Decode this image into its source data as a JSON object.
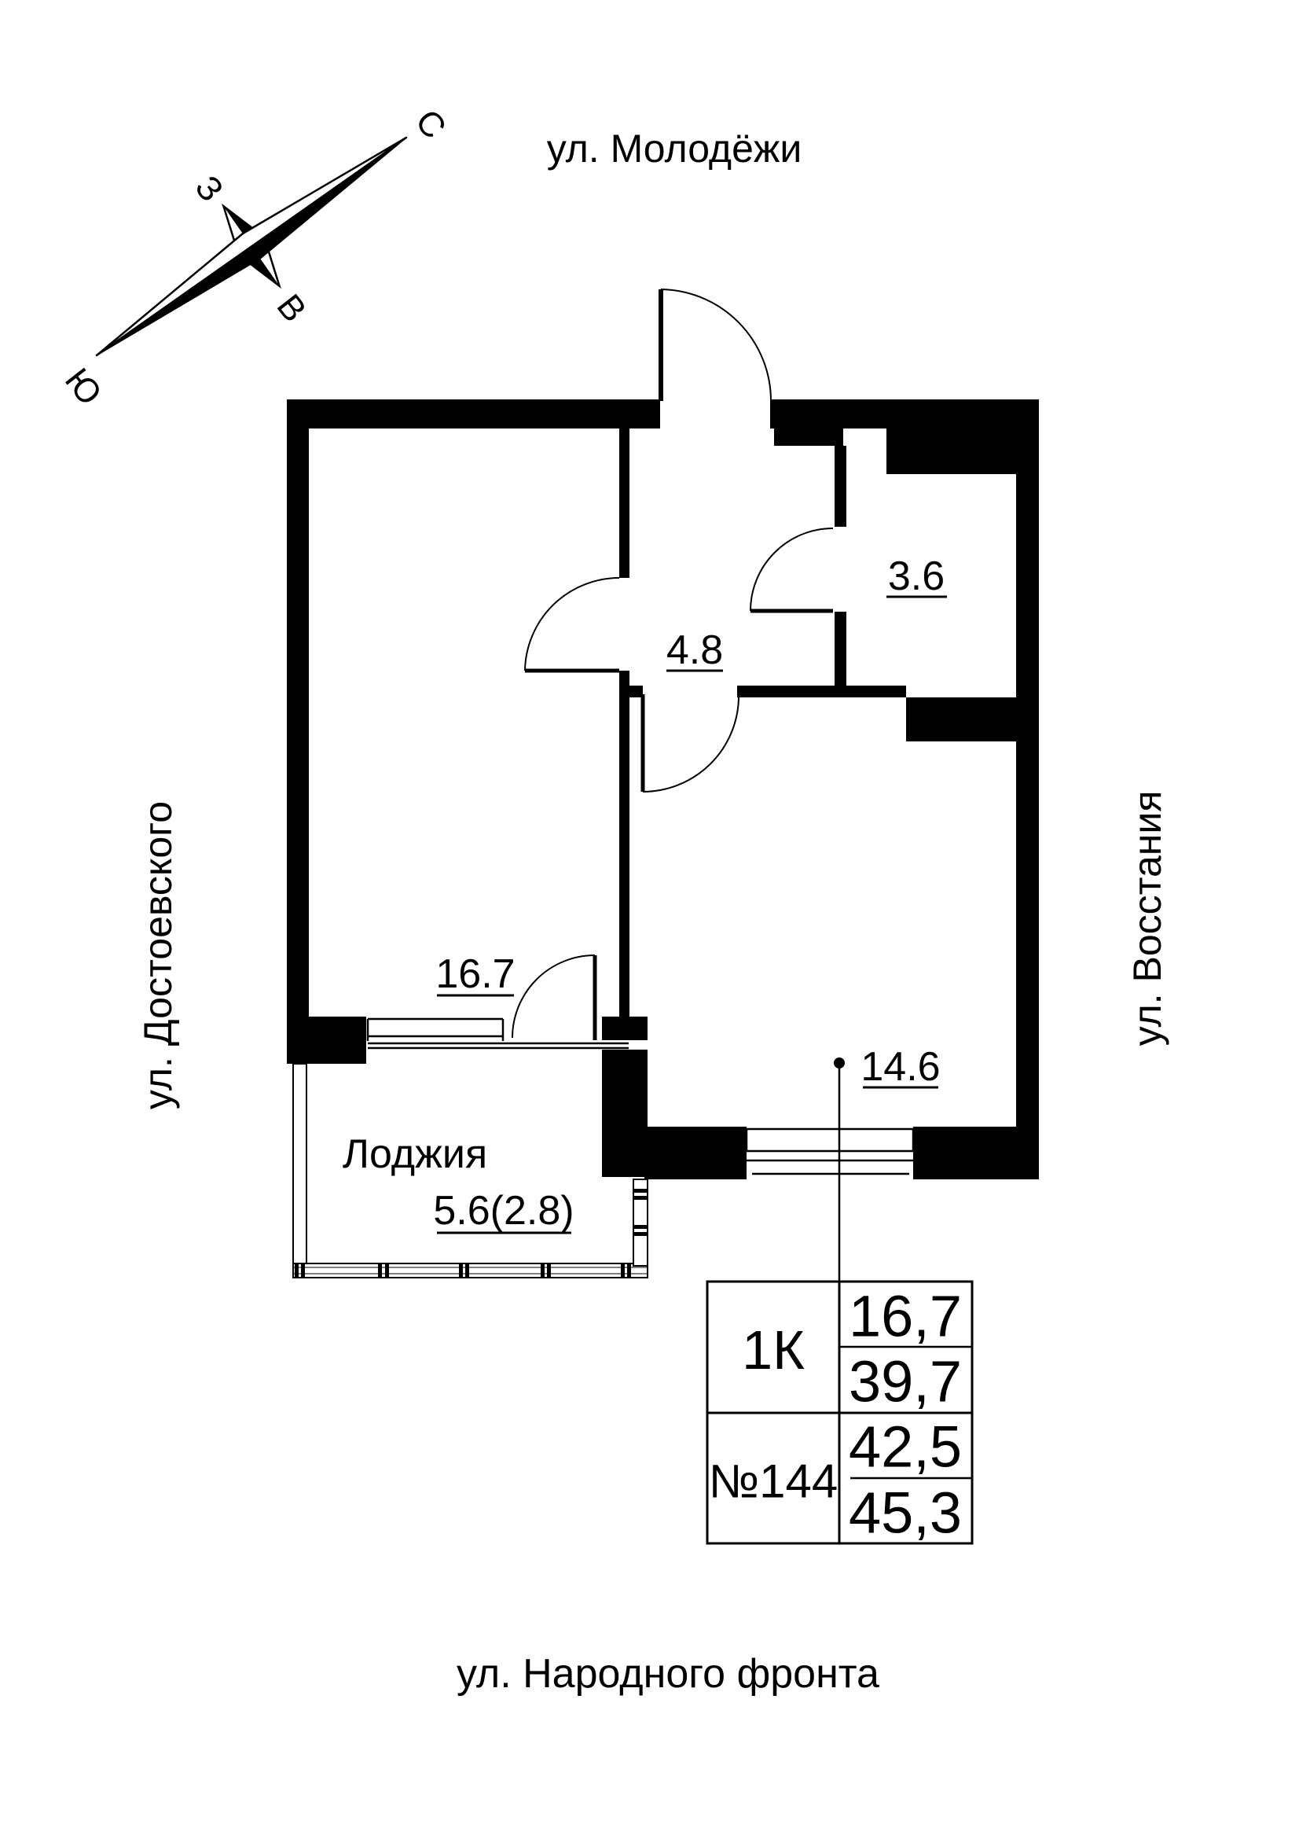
{
  "compass": {
    "north": "С",
    "west": "З",
    "east": "В",
    "south": "Ю"
  },
  "streets": {
    "top": "ул. Молодёжи",
    "left": "ул. Достоевского",
    "right": "ул. Восстания",
    "bottom": "ул. Народного фронта"
  },
  "rooms": {
    "hallway": {
      "area": "4.8"
    },
    "bathroom": {
      "area": "3.6"
    },
    "living_room": {
      "area": "16.7"
    },
    "kitchen_living_room": {
      "area": "14.6"
    },
    "loggia": {
      "label": "Лоджия",
      "area": "5.6(2.8)"
    }
  },
  "info_table": {
    "flat_type": "1К",
    "flat_number": "№144",
    "living_area": "16,7",
    "area_without_loggia": "39,7",
    "area_with_loggia_coeff": "42,5",
    "total_area": "45,3"
  }
}
